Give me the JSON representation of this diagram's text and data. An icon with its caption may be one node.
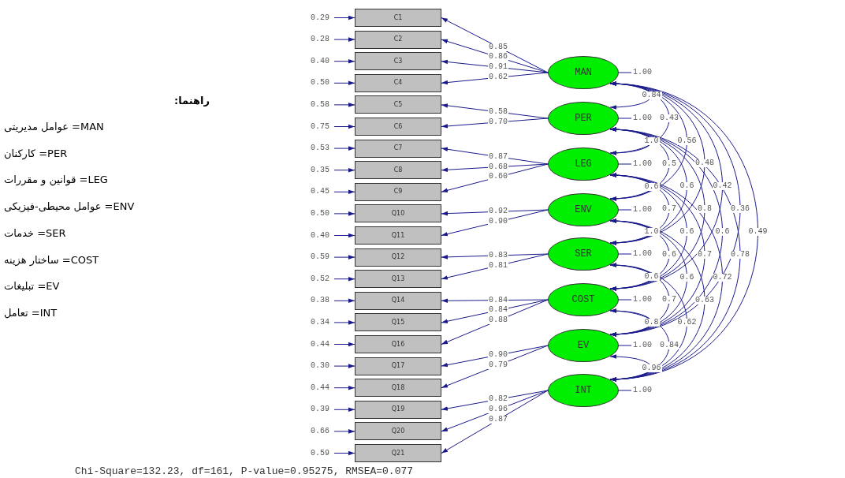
{
  "diagram": {
    "nodes": [
      {
        "text": [
          "C1"
        ]
      },
      {
        "text": [
          "C2"
        ]
      },
      {
        "text": [
          "C3"
        ]
      },
      {
        "text": [
          "C4"
        ]
      },
      {
        "text": [
          "C5"
        ]
      },
      {
        "text": [
          "C6"
        ]
      },
      {
        "text": [
          "C7"
        ]
      },
      {
        "text": [
          "C8"
        ]
      },
      {
        "text": [
          "C9"
        ]
      },
      {
        "text": [
          "Q10"
        ]
      },
      {
        "text": [
          "Q11"
        ]
      },
      {
        "text": [
          "Q12"
        ]
      },
      {
        "text": [
          "Q13"
        ]
      },
      {
        "text": [
          "Q14"
        ]
      },
      {
        "text": [
          "Q15"
        ]
      },
      {
        "text": [
          "Q16"
        ]
      },
      {
        "text": [
          "Q17"
        ]
      },
      {
        "text": [
          "Q18"
        ]
      },
      {
        "text": [
          "Q19"
        ]
      },
      {
        "text": [
          "Q20"
        ]
      },
      {
        "text": [
          "Q21"
        ]
      },
      {
        "text": [
          "MAN"
        ]
      },
      {
        "text": [
          "PER"
        ]
      },
      {
        "text": [
          "LEG"
        ]
      },
      {
        "text": [
          "ENV"
        ]
      },
      {
        "text": [
          "SER"
        ]
      },
      {
        "text": [
          "COST"
        ]
      },
      {
        "text": [
          "EV"
        ]
      },
      {
        "text": [
          "INT"
        ]
      }
    ],
    "edges": [
      {
        "from": null,
        "to": 0,
        "arrow": "to",
        "label": "0.29"
      },
      {
        "from": null,
        "to": 1,
        "arrow": "to",
        "label": "0.28"
      },
      {
        "from": null,
        "to": 2,
        "arrow": "to",
        "label": "0.40"
      },
      {
        "from": null,
        "to": 3,
        "arrow": "to",
        "label": "0.50"
      },
      {
        "from": null,
        "to": 4,
        "arrow": "to",
        "label": "0.58"
      },
      {
        "from": null,
        "to": 5,
        "arrow": "to",
        "label": "0.75"
      },
      {
        "from": null,
        "to": 6,
        "arrow": "to",
        "label": "0.53"
      },
      {
        "from": null,
        "to": 7,
        "arrow": "to",
        "label": "0.35"
      },
      {
        "from": null,
        "to": 8,
        "arrow": "to",
        "label": "0.45"
      },
      {
        "from": null,
        "to": 9,
        "arrow": "to",
        "label": "0.50"
      },
      {
        "from": null,
        "to": 10,
        "arrow": "to",
        "label": "0.40"
      },
      {
        "from": null,
        "to": 11,
        "arrow": "to",
        "label": "0.59"
      },
      {
        "from": null,
        "to": 12,
        "arrow": "to",
        "label": "0.52"
      },
      {
        "from": null,
        "to": 13,
        "arrow": "to",
        "label": "0.38"
      },
      {
        "from": null,
        "to": 14,
        "arrow": "to",
        "label": "0.34"
      },
      {
        "from": null,
        "to": 15,
        "arrow": "to",
        "label": "0.44"
      },
      {
        "from": null,
        "to": 16,
        "arrow": "to",
        "label": "0.30"
      },
      {
        "from": null,
        "to": 17,
        "arrow": "to",
        "label": "0.44"
      },
      {
        "from": null,
        "to": 18,
        "arrow": "to",
        "label": "0.39"
      },
      {
        "from": null,
        "to": 19,
        "arrow": "to",
        "label": "0.66"
      },
      {
        "from": null,
        "to": 20,
        "arrow": "to",
        "label": "0.59"
      },
      {
        "from": 21,
        "to": 0,
        "arrow": "to",
        "label": "0.85"
      },
      {
        "from": 21,
        "to": 1,
        "arrow": "to",
        "label": "0.86"
      },
      {
        "from": 21,
        "to": 2,
        "arrow": "to",
        "label": "0.91"
      },
      {
        "from": 21,
        "to": 3,
        "arrow": "to",
        "label": "0.62"
      },
      {
        "from": 22,
        "to": 4,
        "arrow": "to",
        "label": "0.58"
      },
      {
        "from": 22,
        "to": 5,
        "arrow": "to",
        "label": "0.70"
      },
      {
        "from": 23,
        "to": 6,
        "arrow": "to",
        "label": "0.87"
      },
      {
        "from": 23,
        "to": 7,
        "arrow": "to",
        "label": "0.68"
      },
      {
        "from": 23,
        "to": 8,
        "arrow": "to",
        "label": "0.60"
      },
      {
        "from": 24,
        "to": 9,
        "arrow": "to",
        "label": "0.92"
      },
      {
        "from": 24,
        "to": 10,
        "arrow": "to",
        "label": "0.90"
      },
      {
        "from": 25,
        "to": 11,
        "arrow": "to",
        "label": "0.83"
      },
      {
        "from": 25,
        "to": 12,
        "arrow": "to",
        "label": "0.81"
      },
      {
        "from": 26,
        "to": 13,
        "arrow": "to",
        "label": "0.84"
      },
      {
        "from": 26,
        "to": 14,
        "arrow": "to",
        "label": "0.84"
      },
      {
        "from": 26,
        "to": 15,
        "arrow": "to",
        "label": "0.88"
      },
      {
        "from": 27,
        "to": 16,
        "arrow": "to",
        "label": "0.90"
      },
      {
        "from": 27,
        "to": 17,
        "arrow": "to",
        "label": "0.79"
      },
      {
        "from": 28,
        "to": 18,
        "arrow": "to",
        "label": "0.82"
      },
      {
        "from": 28,
        "to": 19,
        "arrow": "to",
        "label": "0.96"
      },
      {
        "from": 28,
        "to": 20,
        "arrow": "to",
        "label": "0.87"
      },
      {
        "from": 21,
        "to": null,
        "arrow": "none",
        "label": "1.00"
      },
      {
        "from": 22,
        "to": null,
        "arrow": "none",
        "label": "1.00"
      },
      {
        "from": 23,
        "to": null,
        "arrow": "none",
        "label": "1.00"
      },
      {
        "from": 24,
        "to": null,
        "arrow": "none",
        "label": "1.00"
      },
      {
        "from": 25,
        "to": null,
        "arrow": "none",
        "label": "1.00"
      },
      {
        "from": 26,
        "to": null,
        "arrow": "none",
        "label": "1.00"
      },
      {
        "from": 27,
        "to": null,
        "arrow": "none",
        "label": "1.00"
      },
      {
        "from": 28,
        "to": null,
        "arrow": "none",
        "label": "1.00"
      },
      {
        "from": 21,
        "to": 22,
        "arrow": "both",
        "label": "0.84"
      },
      {
        "from": 21,
        "to": 23,
        "arrow": "both",
        "label": "0.43"
      },
      {
        "from": 21,
        "to": 24,
        "arrow": "both",
        "label": "0.56"
      },
      {
        "from": 21,
        "to": 25,
        "arrow": "both",
        "label": "0.48"
      },
      {
        "from": 21,
        "to": 26,
        "arrow": "both",
        "label": "0.42"
      },
      {
        "from": 21,
        "to": 27,
        "arrow": "both",
        "label": "0.36"
      },
      {
        "from": 21,
        "to": 28,
        "arrow": "both",
        "label": "0.49"
      },
      {
        "from": 22,
        "to": 23,
        "arrow": "both",
        "label": "1.0"
      },
      {
        "from": 22,
        "to": 24,
        "arrow": "both",
        "label": "0.5"
      },
      {
        "from": 22,
        "to": 25,
        "arrow": "both",
        "label": "0.6"
      },
      {
        "from": 22,
        "to": 26,
        "arrow": "both",
        "label": "0.8"
      },
      {
        "from": 22,
        "to": 27,
        "arrow": "both",
        "label": "0.6"
      },
      {
        "from": 22,
        "to": 28,
        "arrow": "both",
        "label": "0.78"
      },
      {
        "from": 23,
        "to": 24,
        "arrow": "both",
        "label": "0.6"
      },
      {
        "from": 23,
        "to": 25,
        "arrow": "both",
        "label": "0.7"
      },
      {
        "from": 23,
        "to": 26,
        "arrow": "both",
        "label": "0.6"
      },
      {
        "from": 23,
        "to": 27,
        "arrow": "both",
        "label": "0.7"
      },
      {
        "from": 23,
        "to": 28,
        "arrow": "both",
        "label": "0.72"
      },
      {
        "from": 24,
        "to": 25,
        "arrow": "both",
        "label": "1.0"
      },
      {
        "from": 24,
        "to": 26,
        "arrow": "both",
        "label": "0.6"
      },
      {
        "from": 24,
        "to": 27,
        "arrow": "both",
        "label": "0.6"
      },
      {
        "from": 24,
        "to": 28,
        "arrow": "both",
        "label": "0.63"
      },
      {
        "from": 25,
        "to": 26,
        "arrow": "both",
        "label": "0.6"
      },
      {
        "from": 25,
        "to": 27,
        "arrow": "both",
        "label": "0.7"
      },
      {
        "from": 25,
        "to": 28,
        "arrow": "both",
        "label": "0.62"
      },
      {
        "from": 26,
        "to": 27,
        "arrow": "both",
        "label": "0.8"
      },
      {
        "from": 26,
        "to": 28,
        "arrow": "both",
        "label": "0.84"
      },
      {
        "from": 27,
        "to": 28,
        "arrow": "both",
        "label": "0.96"
      }
    ],
    "labels": [
      "راهنما:",
      "عوامل مدیریتی =MAN",
      "کارکنان =PER",
      "قوانین و مقررات =LEG",
      "عوامل محیطی-فیزیکی =ENV",
      "خدمات =SER",
      "ساختار هزینه =COST",
      "تبلیغات =EV",
      "تعامل =INT",
      "Chi-Square=132.23, df=161, P-value=0.95275, RMSEA=0.077"
    ]
  }
}
